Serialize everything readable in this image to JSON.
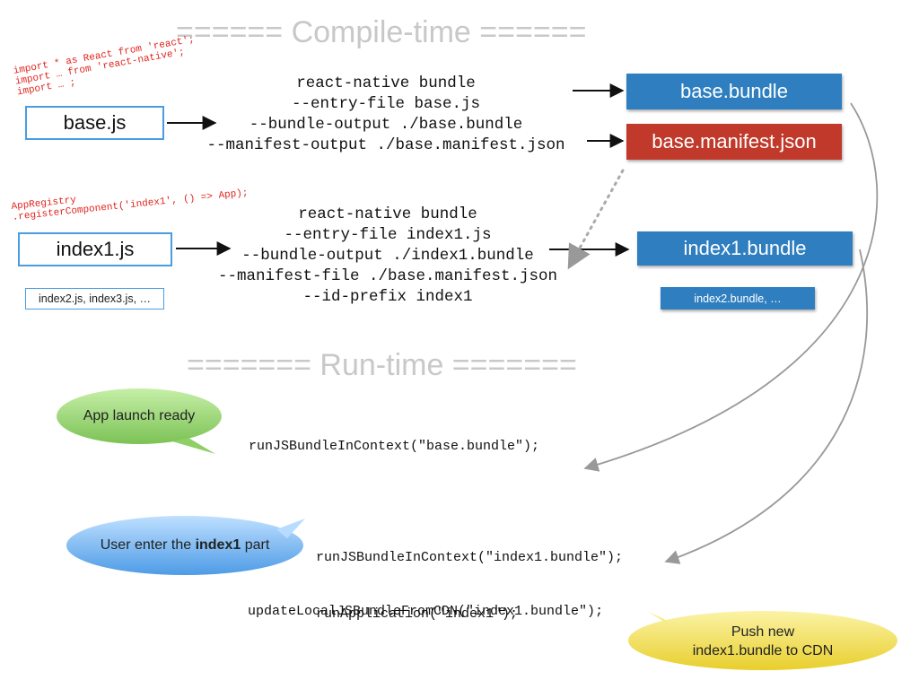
{
  "sections": {
    "compile_time": "====== Compile-time ======",
    "run_time": "======= Run-time ======="
  },
  "annotations": {
    "base_imports": [
      "import * as React from 'react';",
      "import … from 'react-native';",
      "import … ;"
    ],
    "index1_registry": [
      "AppRegistry",
      ".registerComponent('index1', () => App);"
    ]
  },
  "inputs": {
    "base_js": "base.js",
    "index1_js": "index1.js",
    "others_js": "index2.js, index3.js, …"
  },
  "commands": {
    "base": [
      "react-native bundle",
      "--entry-file base.js",
      "--bundle-output ./base.bundle",
      "--manifest-output ./base.manifest.json"
    ],
    "index1": [
      "react-native bundle",
      "--entry-file index1.js",
      "--bundle-output ./index1.bundle",
      "--manifest-file ./base.manifest.json",
      "--id-prefix index1"
    ]
  },
  "outputs": {
    "base_bundle": "base.bundle",
    "base_manifest": "base.manifest.json",
    "index1_bundle": "index1.bundle",
    "others_bundle": "index2.bundle, …"
  },
  "runtime": {
    "app_launch_bubble": "App launch ready",
    "run_base": "runJSBundleInContext(\"base.bundle\");",
    "user_enter_prefix": "User enter the ",
    "user_enter_bold": "index1",
    "user_enter_suffix": " part",
    "run_index1": [
      "runJSBundleInContext(\"index1.bundle\");",
      "runApplication(\"index1\");"
    ],
    "update_cdn": "updateLocalJSBundleFromCDN(\"index1.bundle\");",
    "push_bubble": [
      "Push new",
      "index1.bundle to CDN"
    ]
  },
  "colors": {
    "bundle_blue": "#2f7fc0",
    "manifest_red": "#c0392b",
    "box_border": "#4a9de0",
    "heading_gray": "#c8c8c8",
    "note_red": "#e0251f",
    "bubble_green": "#8fd16a",
    "bubble_blue": "#5aa8ec",
    "bubble_yellow": "#f2e04a"
  }
}
